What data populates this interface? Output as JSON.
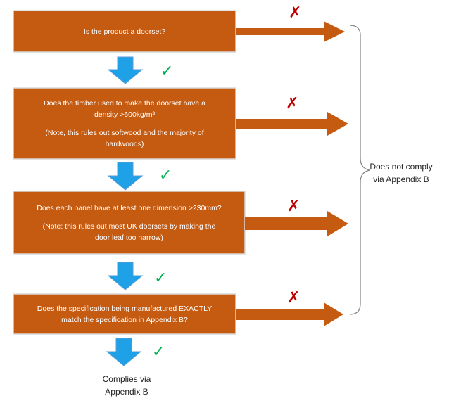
{
  "colors": {
    "box_fill": "#c55a11",
    "box_stroke": "#d9d9d9",
    "down_arrow_fill": "#1ea1e6",
    "down_arrow_stroke": "#5b9bd5",
    "cross": "#c00000",
    "tick": "#00b050",
    "brace": "#808080"
  },
  "icons": {
    "cross": "✗",
    "tick": "✓"
  },
  "steps": [
    {
      "lines": [
        "Is the product a doorset?"
      ]
    },
    {
      "lines": [
        "Does the timber used to make the doorset have a",
        "density >600kg/m³",
        "",
        "(Note, this rules out softwood and the majority of",
        "hardwoods)"
      ]
    },
    {
      "lines": [
        "Does each panel have at least one dimension >230mm?",
        "",
        "(Note: this rules out most UK doorsets by making the",
        "door leaf too narrow)"
      ]
    },
    {
      "lines": [
        "Does the specification being manufactured EXACTLY",
        "match the specification in Appendix B?"
      ]
    }
  ],
  "outcome_fail": [
    "Does not comply",
    "via Appendix B"
  ],
  "outcome_pass": [
    "Complies via",
    "Appendix B"
  ]
}
